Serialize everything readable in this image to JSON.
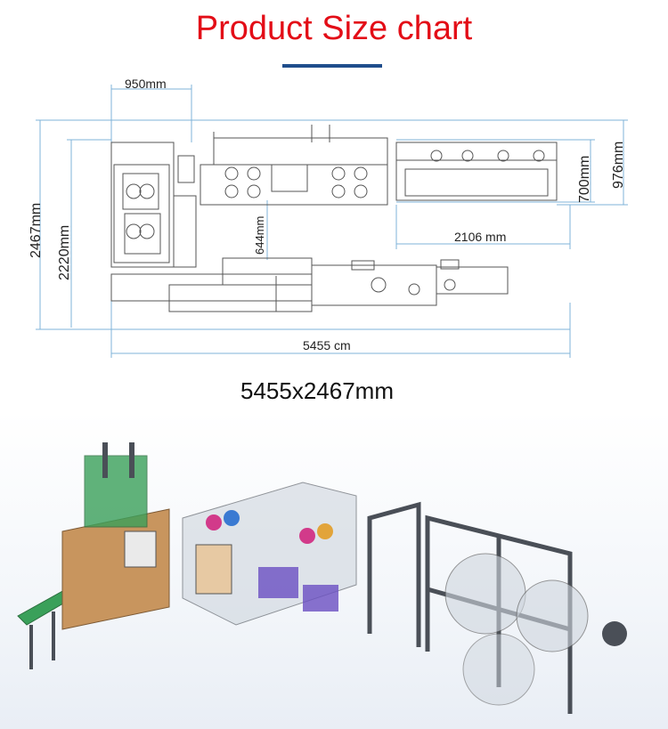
{
  "header": {
    "title": "Product Size chart"
  },
  "plan": {
    "dims": {
      "top_width": "950mm",
      "left_outer": "2467mm",
      "left_inner": "2220mm",
      "middle_gap": "644mm",
      "right_small": "700mm",
      "right_large": "976mm",
      "right_width": "2106 mm",
      "bottom_total": "5455 cm"
    },
    "colors": {
      "dimension_line": "#7fb3d8",
      "drawing_line": "#444444",
      "title": "#e30d17",
      "bar": "#1f4e8c"
    }
  },
  "caption": "5455x2467mm",
  "render": {
    "colors": {
      "frame": "#4a4f57",
      "panel_glass": "#cfd6de",
      "copper": "#c8955e",
      "green": "#3aa05a",
      "purple": "#6a4fc2"
    }
  }
}
